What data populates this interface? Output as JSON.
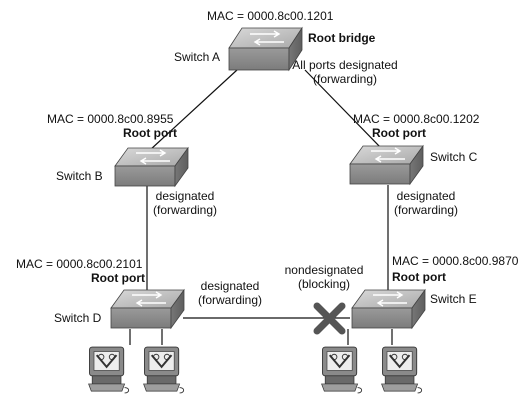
{
  "switches": {
    "a": {
      "name": "Switch A",
      "mac": "MAC = 0000.8c00.1201",
      "role": "Root bridge",
      "port_state": [
        "All ports designated",
        "(forwarding)"
      ]
    },
    "b": {
      "name": "Switch B",
      "mac": "MAC = 0000.8c00.8955",
      "role": "Root port"
    },
    "c": {
      "name": "Switch C",
      "mac": "MAC = 0000.8c00.1202",
      "role": "Root port"
    },
    "d": {
      "name": "Switch D",
      "mac": "MAC = 0000.8c00.2101",
      "role": "Root port"
    },
    "e": {
      "name": "Switch E",
      "mac": "MAC = 0000.8c00.9870",
      "role": "Root port"
    }
  },
  "links": {
    "b_d": [
      "designated",
      "(forwarding)"
    ],
    "c_e": [
      "designated",
      "(forwarding)"
    ],
    "d_e_left": [
      "designated",
      "(forwarding)"
    ],
    "d_e_right": [
      "nondesignated",
      "(blocking)"
    ]
  },
  "icons": {
    "switch": "switch-icon",
    "workstation": "workstation-icon",
    "blocked": "blocked-port-x-icon"
  },
  "colors": {
    "switch_body": "#9a9a9a",
    "blocked_x": "#555555",
    "link": "#111111"
  }
}
